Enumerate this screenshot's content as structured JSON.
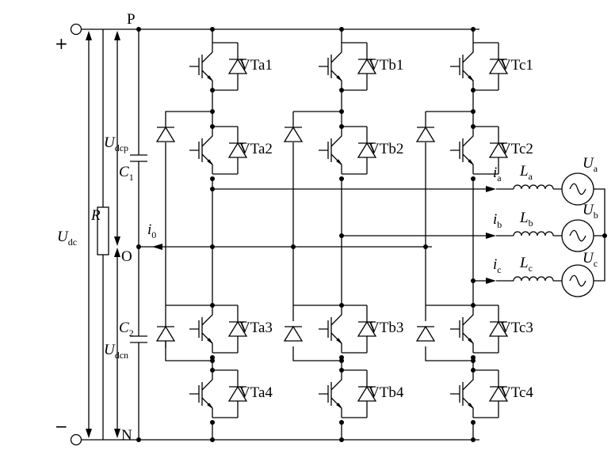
{
  "nodes": {
    "p": "P",
    "o": "O",
    "n": "N"
  },
  "terminals": {
    "plus": "+",
    "minus": "−"
  },
  "dc_labels": {
    "udc": {
      "main": "U",
      "sub": "dc"
    },
    "udcp": {
      "main": "U",
      "sub": "dcp"
    },
    "udcn": {
      "main": "U",
      "sub": "dcn"
    },
    "r": "R",
    "c1": {
      "main": "C",
      "sub": "1"
    },
    "c2": {
      "main": "C",
      "sub": "2"
    },
    "i0": {
      "main": "i",
      "sub": "0"
    }
  },
  "switches": {
    "a": [
      "VTa1",
      "VTa2",
      "VTa3",
      "VTa4"
    ],
    "b": [
      "VTb1",
      "VTb2",
      "VTb3",
      "VTb4"
    ],
    "c": [
      "VTc1",
      "VTc2",
      "VTc3",
      "VTc4"
    ]
  },
  "phases": [
    {
      "i": "i",
      "i_sub": "a",
      "l": "L",
      "l_sub": "a",
      "u": "U",
      "u_sub": "a"
    },
    {
      "i": "i",
      "i_sub": "b",
      "l": "L",
      "l_sub": "b",
      "u": "U",
      "u_sub": "b"
    },
    {
      "i": "i",
      "i_sub": "c",
      "l": "L",
      "l_sub": "c",
      "u": "U",
      "u_sub": "c"
    }
  ],
  "icons": [
    "igbt-icon",
    "diode-icon",
    "capacitor-icon",
    "resistor-icon",
    "inductor-icon",
    "ac-source-icon"
  ]
}
